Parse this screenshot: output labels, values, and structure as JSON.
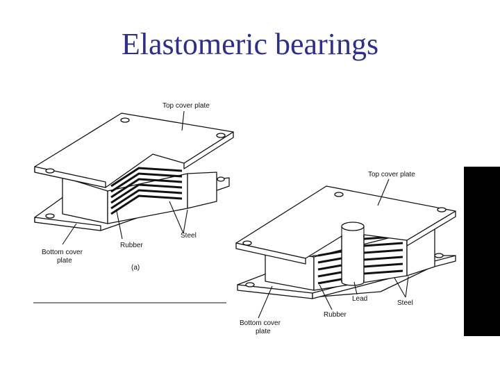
{
  "slide": {
    "title": "Elastomeric bearings"
  },
  "figure_a": {
    "top_label": "Top cover plate",
    "rubber_label": "Rubber",
    "steel_label": "Steel",
    "bottom_label_line1": "Bottom cover",
    "bottom_label_line2": "plate",
    "caption": "(a)"
  },
  "figure_b": {
    "top_label": "Top cover plate",
    "lead_label": "Lead",
    "steel_label": "Steel",
    "rubber_label": "Rubber",
    "bottom_label_line1": "Bottom cover",
    "bottom_label_line2": "plate"
  }
}
